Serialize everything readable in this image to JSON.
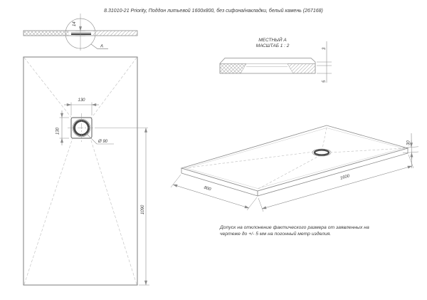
{
  "title": "8.31010-21 Priority, Поддон литьевой 1600x800, без сифона/накладки, белый камень (267168)",
  "section_view": {
    "thickness": "14",
    "detail_marker": "A"
  },
  "detail_view": {
    "title": "МЕСТНЫЙ А",
    "scale": "МАСШТАБ 1 : 2",
    "lip_height": "3",
    "base_height": "5"
  },
  "plan_view": {
    "drain_width": "130",
    "drain_height": "130",
    "drain_diameter": "Ø 90",
    "length_to_drain": "1090"
  },
  "iso_view": {
    "width": "800",
    "length": "1600",
    "thickness": "30"
  },
  "note": {
    "line1": "Допуск на отклонение фактического размера от заявленных на",
    "line2": "чертеже до +/- 5 мм на погонный метр изделия."
  },
  "colors": {
    "line": "#8a8a8a",
    "dark_line": "#4a4a4a",
    "dashed": "#b8b8b8",
    "text": "#3b3b3b"
  }
}
